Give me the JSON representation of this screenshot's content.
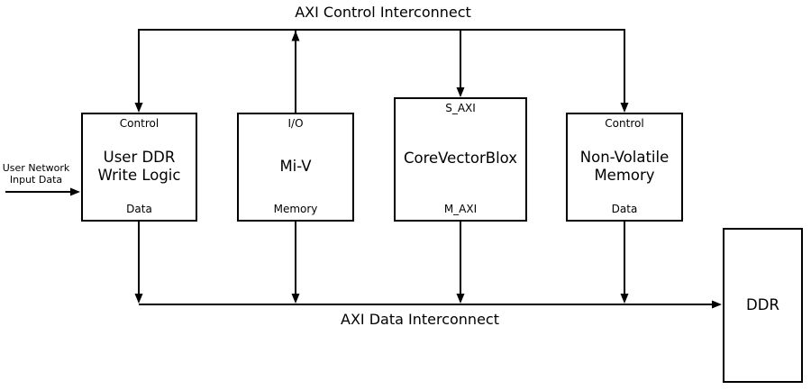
{
  "diagram": {
    "background": "#ffffff",
    "line_color": "#000000",
    "control_bus_label": "AXI Control Interconnect",
    "data_bus_label": "AXI Data Interconnect",
    "input_label": "User Network\nInput Data",
    "blocks": [
      {
        "title": "User DDR\nWrite Logic",
        "top_port": "Control",
        "bottom_port": "Data"
      },
      {
        "title": "Mi-V",
        "top_port": "I/O",
        "bottom_port": "Memory"
      },
      {
        "title": "CoreVectorBlox",
        "top_port": "S_AXI",
        "bottom_port": "M_AXI"
      },
      {
        "title": "Non-Volatile\nMemory",
        "top_port": "Control",
        "bottom_port": "Data"
      },
      {
        "title": "DDR"
      }
    ]
  }
}
